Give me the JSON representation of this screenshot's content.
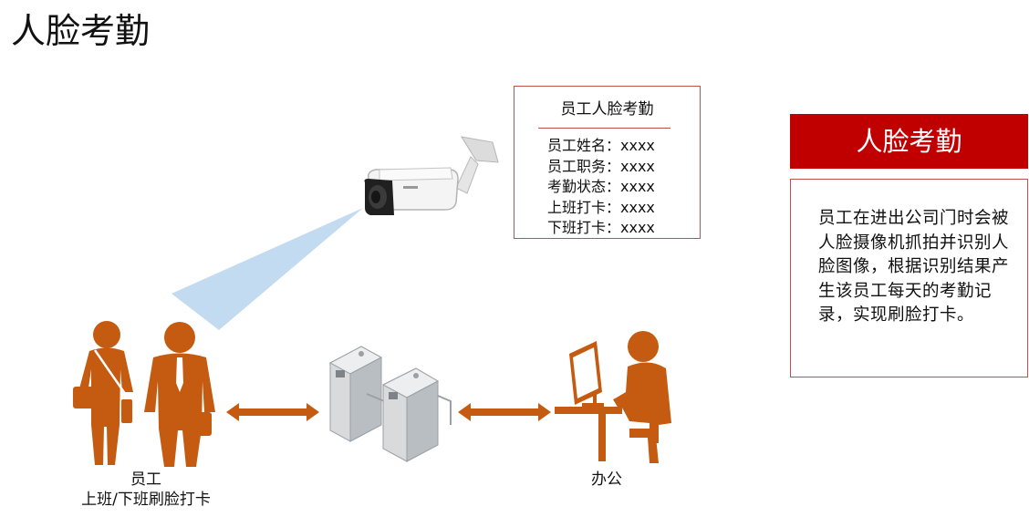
{
  "title": "人脸考勤",
  "info_card": {
    "title": "员工人脸考勤",
    "rows": [
      "员工姓名：xxxx",
      "员工职务：xxxx",
      "考勤状态：xxxx",
      "上班打卡：xxxx",
      "下班打卡：xxxx"
    ]
  },
  "side_panel": {
    "header": "人脸考勤",
    "description": "员工在进出公司门时会被人脸摄像机抓拍并识别人脸图像，根据识别结果产生该员工每天的考勤记录，实现刷脸打卡。"
  },
  "captions": {
    "employee_line1": "员工",
    "employee_line2": "上班/下班刷脸打卡",
    "office": "办公"
  },
  "colors": {
    "accent_red": "#c00000",
    "border_red": "#c0504d",
    "figure_orange": "#c55a11",
    "beam_blue": "#bdd7ee"
  },
  "icons": [
    "face-camera-icon",
    "employee-figures-icon",
    "turnstile-gates-icon",
    "office-worker-icon",
    "double-arrow-icon"
  ]
}
